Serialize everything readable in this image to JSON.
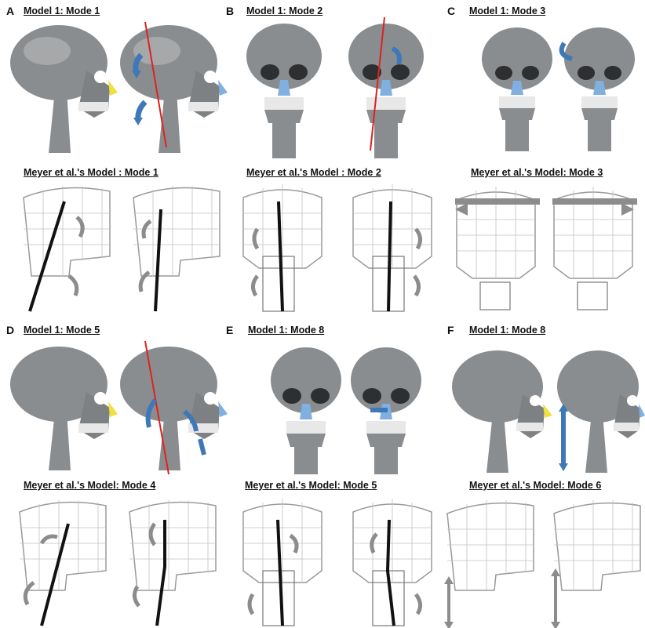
{
  "panels": [
    {
      "letter": "A",
      "top_title": "Model 1: Mode 1",
      "bottom_title": "Meyer et al.'s Model : Mode 1"
    },
    {
      "letter": "B",
      "top_title": "Model 1: Mode  2",
      "bottom_title": "Meyer et al.'s Model : Mode 2"
    },
    {
      "letter": "C",
      "top_title": "Model 1: Mode 3",
      "bottom_title": "Meyer et al.'s Model: Mode 3"
    },
    {
      "letter": "D",
      "top_title": "Model 1: Mode 5",
      "bottom_title": "Meyer et al.'s Model: Mode 4"
    },
    {
      "letter": "E",
      "top_title": "Model 1: Mode 8",
      "bottom_title": "Meyer et al.'s Model: Mode 5"
    },
    {
      "letter": "F",
      "top_title": "Model 1: Mode 8",
      "bottom_title": "Meyer et al.'s Model: Mode 6"
    }
  ],
  "colors": {
    "skull": "#8a8d90",
    "skull_light": "#c4c6c8",
    "nose_blue": "#7fb0e0",
    "nose_yellow": "#f0e040",
    "arrow_blue": "#3f78b8",
    "axis_red": "#e02020",
    "mesh": "#9a9a9a",
    "arrow_gray": "#8c8c8c",
    "axis_black": "#111111"
  }
}
